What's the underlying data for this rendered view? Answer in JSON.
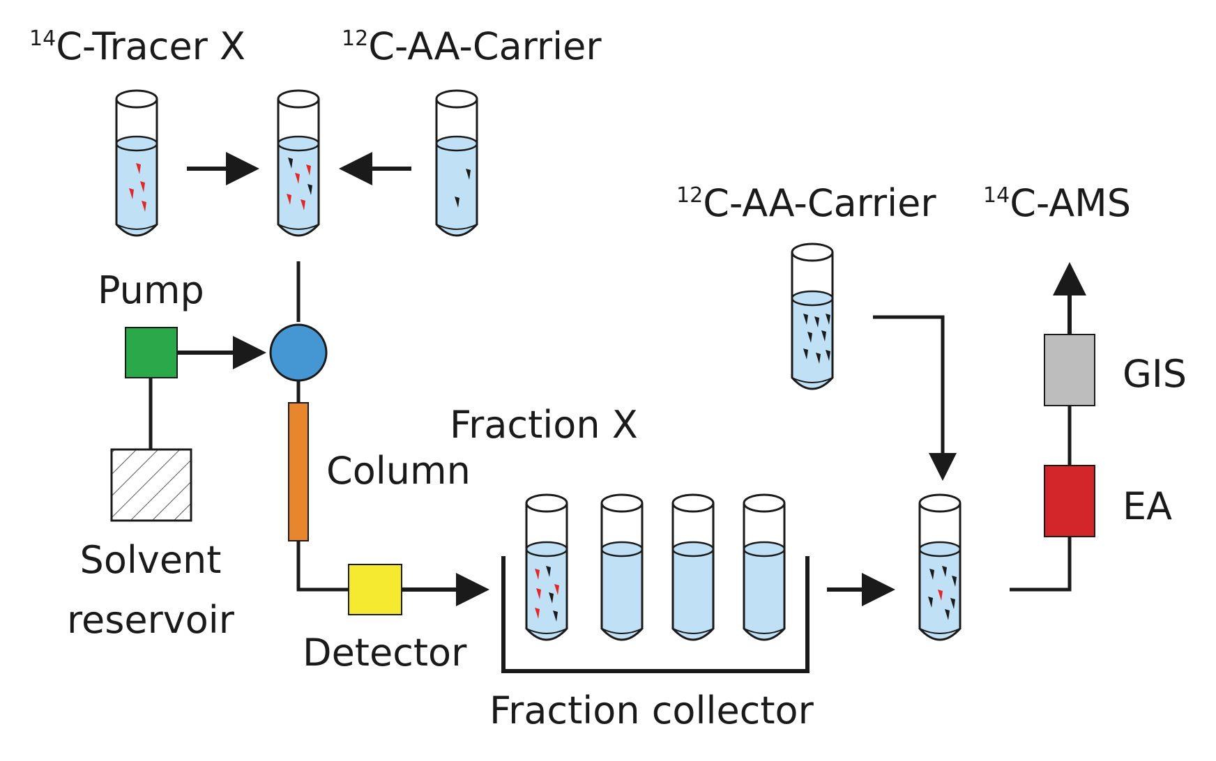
{
  "labels": {
    "tracer": {
      "sup": "14",
      "text": "C-Tracer X"
    },
    "carrier_top": {
      "sup": "12",
      "text": "C-AA-Carrier"
    },
    "carrier_right": {
      "sup": "12",
      "text": "C-AA-Carrier"
    },
    "ams": {
      "sup": "14",
      "text": "C-AMS"
    },
    "pump": "Pump",
    "solvent_line1": "Solvent",
    "solvent_line2": "reservoir",
    "column": "Column",
    "detector": "Detector",
    "fraction_x": "Fraction X",
    "fraction_collector": "Fraction collector",
    "gis": "GIS",
    "ea": "EA"
  },
  "colors": {
    "liquid": "#bfe0f5",
    "pump": "#2aa84a",
    "injector": "#4597d3",
    "column": "#e8862e",
    "detector": "#f5ea2f",
    "gis": "#bdbdbd",
    "ea": "#d3262b",
    "tracer_marker": "#e0282a",
    "carrier_marker": "#1a1a1a",
    "line": "#1a1a1a"
  },
  "icons": {
    "tube": "test-tube-icon",
    "pump": "pump-icon",
    "injector": "injector-valve-icon",
    "solvent": "solvent-reservoir-icon"
  }
}
